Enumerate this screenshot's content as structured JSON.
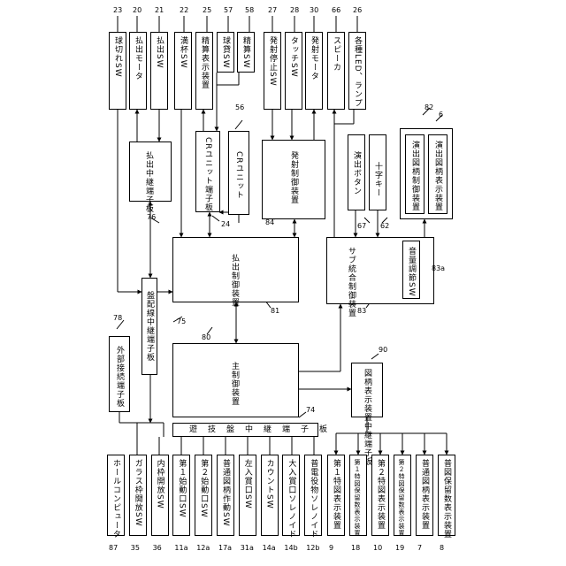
{
  "top_labels": {
    "tamagire_sw": "球切れSW",
    "haraidashi_motor": "払出モータ",
    "haraidashi_sw": "払出SW",
    "mantan_sw": "満杯SW",
    "seisan_display": "精算表示装置",
    "tamakashi_sw": "球貸SW",
    "seisan_sw": "精算SW",
    "hassha_stop_sw": "発射停止SW",
    "touch_sw": "タッチSW",
    "hassha_motor": "発射モータ",
    "speaker": "スピーカ",
    "lamps": "各種LED、ランプ"
  },
  "top_refs": {
    "r23": "23",
    "r20": "20",
    "r21": "21",
    "r22": "22",
    "r25": "25",
    "r57": "57",
    "r58": "58",
    "r27": "27",
    "r28": "28",
    "r30": "30",
    "r66": "66",
    "r26": "26"
  },
  "middle": {
    "haraidashi_relay": "払出中継端子板",
    "cr_relay": "CRユニット端子板",
    "cr_unit": "CRユニット",
    "hassha_ctrl": "発射制御装置",
    "enshutsu_btn": "演出ボタン",
    "juji_key": "十字キー",
    "enshutsu_ctrl": "演出図柄制御装置",
    "enshutsu_display": "演出図柄表示装置",
    "haraidashi_ctrl": "払出制御装置",
    "sub_ctrl": "サブ統合制御装置",
    "volume_sw": "音量調節SW",
    "gaibu_relay": "外部接続端子板",
    "hairin_relay": "盤配線中継端子板",
    "main_ctrl": "主制御装置",
    "zugara_relay": "図柄表示装置中継端子板",
    "yugiban_relay": "遊技盤中継端子板"
  },
  "middle_refs": {
    "r56": "56",
    "r82": "82",
    "r6": "6",
    "r76": "76",
    "r24": "24",
    "r84": "84",
    "r67": "67",
    "r62": "62",
    "r83a": "83a",
    "r78": "78",
    "r75": "75",
    "r80": "80",
    "r81": "81",
    "r83": "83",
    "r90": "90",
    "r74": "74"
  },
  "bottom_left": [
    {
      "label": "ホールコンピュータ",
      "ref": "87"
    },
    {
      "label": "ガラス枠開放SW",
      "ref": "35"
    },
    {
      "label": "内枠開放SW",
      "ref": "36"
    },
    {
      "label": "第１始動口SW",
      "ref": "11a"
    },
    {
      "label": "第２始動口SW",
      "ref": "12a"
    },
    {
      "label": "普通図柄作動SW",
      "ref": "17a"
    },
    {
      "label": "左入賞口SW",
      "ref": "31a"
    },
    {
      "label": "カウントSW",
      "ref": "14a"
    },
    {
      "label": "大入賞口ソレノイド",
      "ref": "14b"
    },
    {
      "label": "普電役物ソレノイド",
      "ref": "12b"
    }
  ],
  "bottom_right": [
    {
      "label": "第１特図表示装置",
      "ref": "9"
    },
    {
      "label": "第１特図保留数表示装置",
      "ref": "18"
    },
    {
      "label": "第２特図表示装置",
      "ref": "10"
    },
    {
      "label": "第２特図保留数表示装置",
      "ref": "19"
    },
    {
      "label": "普通図柄表示装置",
      "ref": "7"
    },
    {
      "label": "普図保留数表示装置",
      "ref": "8"
    }
  ]
}
